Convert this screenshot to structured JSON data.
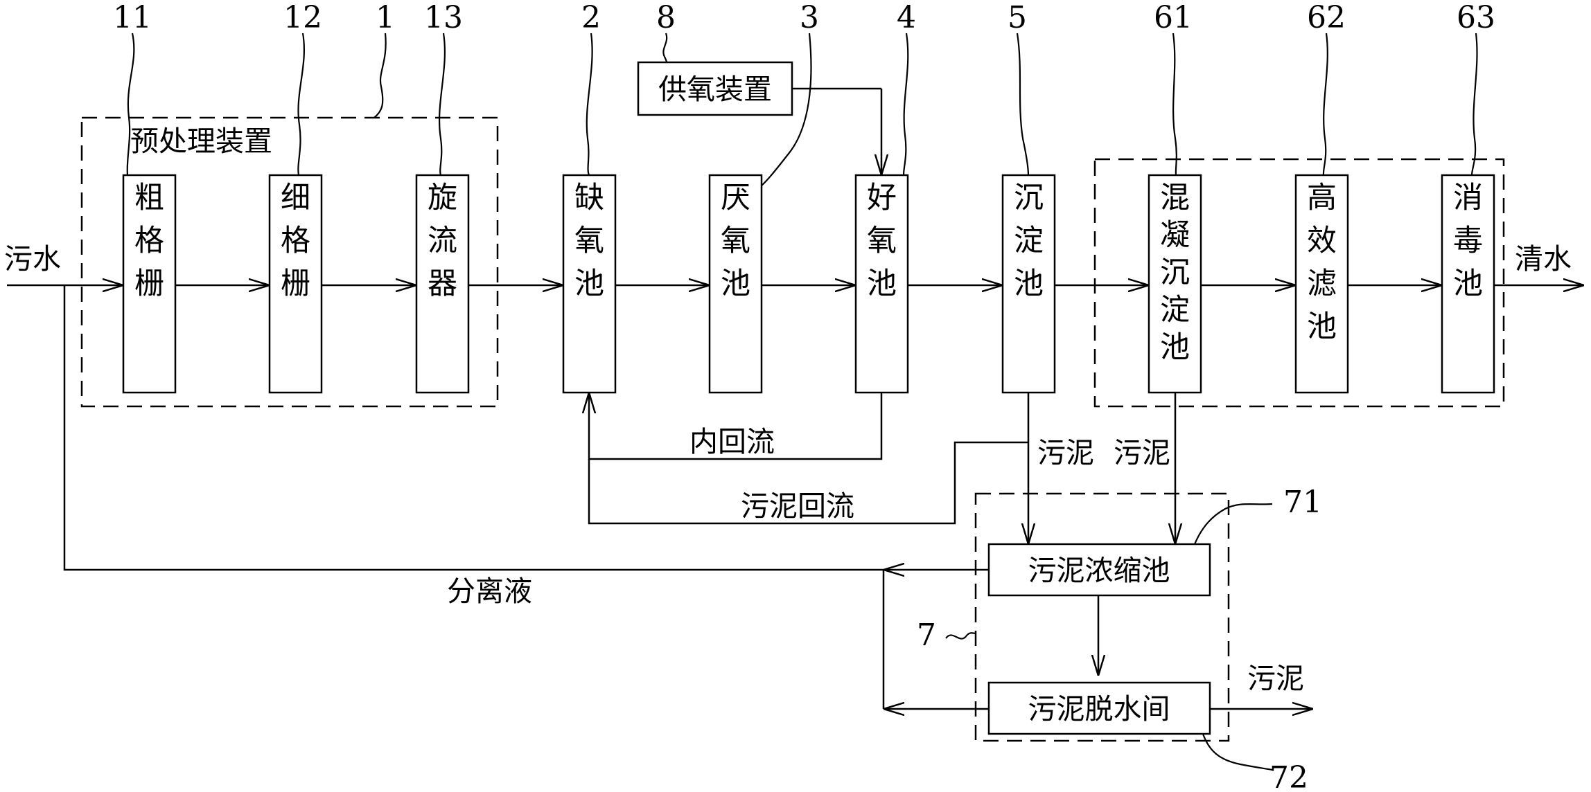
{
  "pretreatment_group": {
    "label": "预处理装置",
    "ref": "1",
    "units": [
      {
        "ref": "11",
        "name": "粗格栅"
      },
      {
        "ref": "12",
        "name": "细格栅"
      },
      {
        "ref": "13",
        "name": "旋流器"
      }
    ]
  },
  "biological_units": [
    {
      "ref": "2",
      "name": "缺氧池"
    },
    {
      "ref": "3",
      "name": "厌氧池"
    },
    {
      "ref": "4",
      "name": "好氧池"
    },
    {
      "ref": "5",
      "name": "沉淀池"
    }
  ],
  "oxygen_supply": {
    "ref": "8",
    "name": "供氧装置"
  },
  "advanced_group": {
    "units": [
      {
        "ref": "61",
        "name": "混凝沉淀池"
      },
      {
        "ref": "62",
        "name": "高效滤池"
      },
      {
        "ref": "63",
        "name": "消毒池"
      }
    ]
  },
  "sludge_group": {
    "ref": "7",
    "units": [
      {
        "ref": "71",
        "name": "污泥浓缩池"
      },
      {
        "ref": "72",
        "name": "污泥脱水间"
      }
    ]
  },
  "flows": {
    "inlet": "污水",
    "outlet": "清水",
    "internal_return": "内回流",
    "sludge_return": "污泥回流",
    "sludge_from_settling": "污泥",
    "sludge_from_coagulation": "污泥",
    "separated_liquid": "分离液",
    "sludge_out": "污泥"
  }
}
